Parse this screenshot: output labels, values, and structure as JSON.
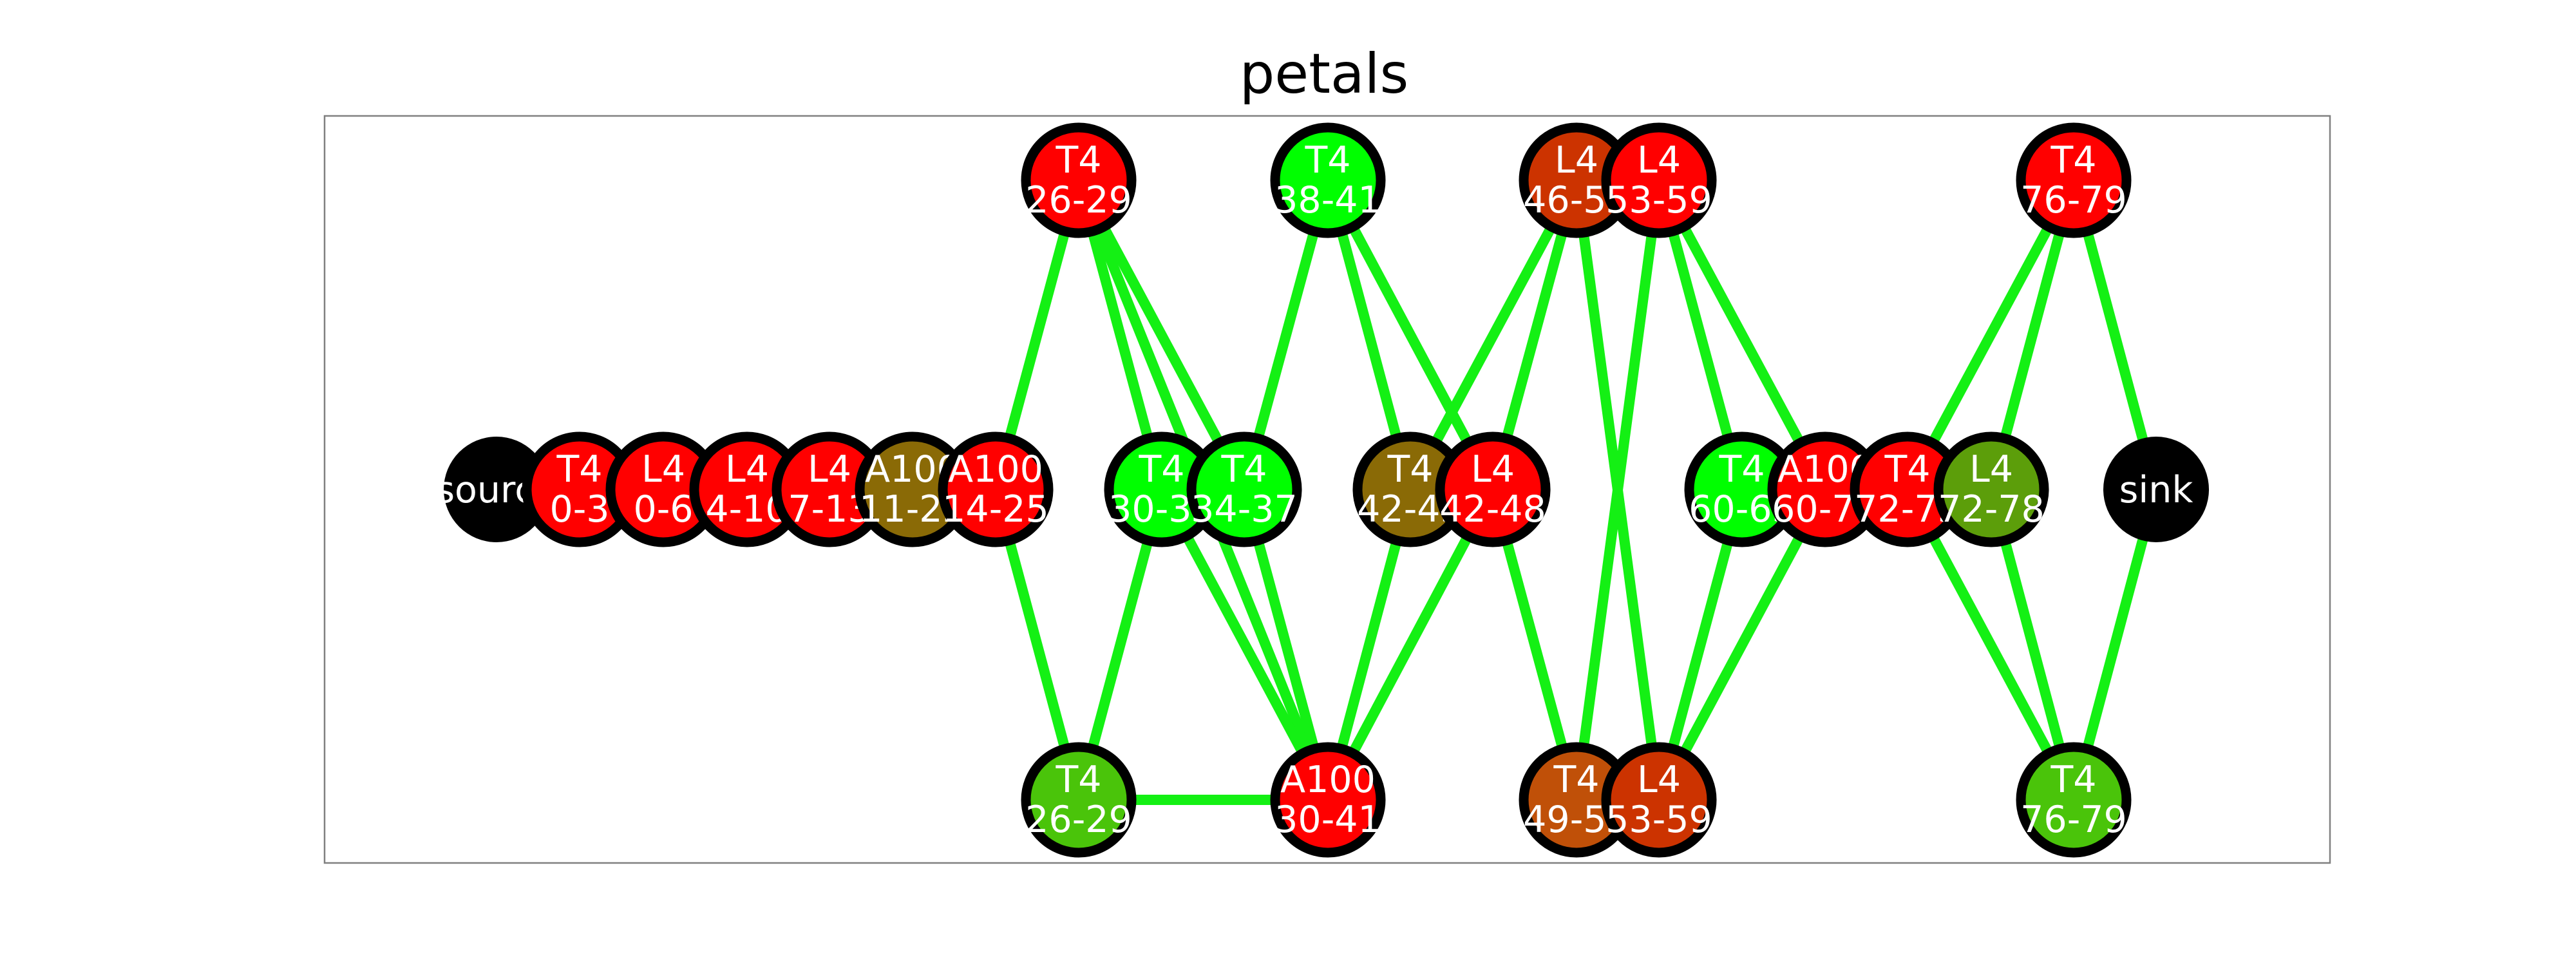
{
  "title": "petals",
  "colors": {
    "edge": "#14f014",
    "node_border": "#000000",
    "label": "#ffffff",
    "frame": "#808080"
  },
  "nodes": [
    {
      "id": "source",
      "lines": [
        "source"
      ],
      "fill": "#000000",
      "border": false
    },
    {
      "id": "n-t4-0-3",
      "lines": [
        "T4",
        "0-3"
      ],
      "fill": "#ff0000",
      "border": true
    },
    {
      "id": "n-l4-0-6",
      "lines": [
        "L4",
        "0-6"
      ],
      "fill": "#ff0000",
      "border": true
    },
    {
      "id": "n-l4-4-10",
      "lines": [
        "L4",
        "4-10"
      ],
      "fill": "#ff0000",
      "border": true
    },
    {
      "id": "n-l4-7-13",
      "lines": [
        "L4",
        "7-13"
      ],
      "fill": "#ff0000",
      "border": true
    },
    {
      "id": "n-a100-11-22",
      "lines": [
        "A100",
        "11-22"
      ],
      "fill": "#8a6a06",
      "border": true
    },
    {
      "id": "n-a100-14-25",
      "lines": [
        "A100",
        "14-25"
      ],
      "fill": "#ff0000",
      "border": true
    },
    {
      "id": "n-t4-26-29-top",
      "lines": [
        "T4",
        "26-29"
      ],
      "fill": "#ff0000",
      "border": true
    },
    {
      "id": "n-t4-26-29-bottom",
      "lines": [
        "T4",
        "26-29"
      ],
      "fill": "#4ac40a",
      "border": true
    },
    {
      "id": "n-t4-30-33",
      "lines": [
        "T4",
        "30-33"
      ],
      "fill": "#00ff00",
      "border": true
    },
    {
      "id": "n-t4-34-37",
      "lines": [
        "T4",
        "34-37"
      ],
      "fill": "#00ff00",
      "border": true
    },
    {
      "id": "n-t4-38-41",
      "lines": [
        "T4",
        "38-41"
      ],
      "fill": "#00ff00",
      "border": true
    },
    {
      "id": "n-a100-30-41",
      "lines": [
        "A100",
        "30-41"
      ],
      "fill": "#ff0000",
      "border": true
    },
    {
      "id": "n-t4-42-45",
      "lines": [
        "T4",
        "42-45"
      ],
      "fill": "#8a6a06",
      "border": true
    },
    {
      "id": "n-l4-42-48",
      "lines": [
        "L4",
        "42-48"
      ],
      "fill": "#ff0000",
      "border": true
    },
    {
      "id": "n-l4-46-52",
      "lines": [
        "L4",
        "46-52"
      ],
      "fill": "#cc3300",
      "border": true
    },
    {
      "id": "n-l4-53-59-top",
      "lines": [
        "L4",
        "53-59"
      ],
      "fill": "#ff0000",
      "border": true
    },
    {
      "id": "n-t4-49-52",
      "lines": [
        "T4",
        "49-52"
      ],
      "fill": "#c05008",
      "border": true
    },
    {
      "id": "n-l4-53-59-bottom",
      "lines": [
        "L4",
        "53-59"
      ],
      "fill": "#cc3300",
      "border": true
    },
    {
      "id": "n-t4-60-63",
      "lines": [
        "T4",
        "60-63"
      ],
      "fill": "#00ff00",
      "border": true
    },
    {
      "id": "n-a100-60-71",
      "lines": [
        "A100",
        "60-71"
      ],
      "fill": "#ff0000",
      "border": true
    },
    {
      "id": "n-t4-72-75",
      "lines": [
        "T4",
        "72-75"
      ],
      "fill": "#ff0000",
      "border": true
    },
    {
      "id": "n-l4-72-78",
      "lines": [
        "L4",
        "72-78"
      ],
      "fill": "#5c9e0a",
      "border": true
    },
    {
      "id": "n-t4-76-79-top",
      "lines": [
        "T4",
        "76-79"
      ],
      "fill": "#ff0000",
      "border": true
    },
    {
      "id": "n-t4-76-79-bottom",
      "lines": [
        "T4",
        "76-79"
      ],
      "fill": "#4ac40a",
      "border": true
    },
    {
      "id": "sink",
      "lines": [
        "sink"
      ],
      "fill": "#000000",
      "border": false
    }
  ],
  "edges": [
    [
      "n-a100-14-25",
      "n-t4-26-29-top"
    ],
    [
      "n-a100-14-25",
      "n-t4-26-29-bottom"
    ],
    [
      "n-t4-26-29-top",
      "n-t4-30-33"
    ],
    [
      "n-t4-26-29-top",
      "n-t4-34-37"
    ],
    [
      "n-t4-26-29-top",
      "n-a100-30-41"
    ],
    [
      "n-t4-26-29-bottom",
      "n-t4-30-33"
    ],
    [
      "n-t4-26-29-bottom",
      "n-a100-30-41"
    ],
    [
      "n-t4-30-33",
      "n-a100-30-41"
    ],
    [
      "n-t4-34-37",
      "n-t4-38-41"
    ],
    [
      "n-t4-34-37",
      "n-a100-30-41"
    ],
    [
      "n-t4-38-41",
      "n-t4-42-45"
    ],
    [
      "n-t4-38-41",
      "n-l4-42-48"
    ],
    [
      "n-a100-30-41",
      "n-t4-42-45"
    ],
    [
      "n-a100-30-41",
      "n-l4-42-48"
    ],
    [
      "n-t4-42-45",
      "n-l4-46-52"
    ],
    [
      "n-l4-42-48",
      "n-l4-46-52"
    ],
    [
      "n-l4-42-48",
      "n-t4-49-52"
    ],
    [
      "n-l4-46-52",
      "n-l4-53-59-bottom"
    ],
    [
      "n-t4-49-52",
      "n-l4-53-59-top"
    ],
    [
      "n-l4-53-59-top",
      "n-t4-60-63"
    ],
    [
      "n-l4-53-59-top",
      "n-a100-60-71"
    ],
    [
      "n-l4-53-59-bottom",
      "n-t4-60-63"
    ],
    [
      "n-l4-53-59-bottom",
      "n-a100-60-71"
    ],
    [
      "n-t4-72-75",
      "n-t4-76-79-top"
    ],
    [
      "n-t4-72-75",
      "n-t4-76-79-bottom"
    ],
    [
      "n-l4-72-78",
      "n-t4-76-79-top"
    ],
    [
      "n-l4-72-78",
      "n-t4-76-79-bottom"
    ],
    [
      "n-t4-76-79-top",
      "sink"
    ],
    [
      "n-t4-76-79-bottom",
      "sink"
    ]
  ]
}
